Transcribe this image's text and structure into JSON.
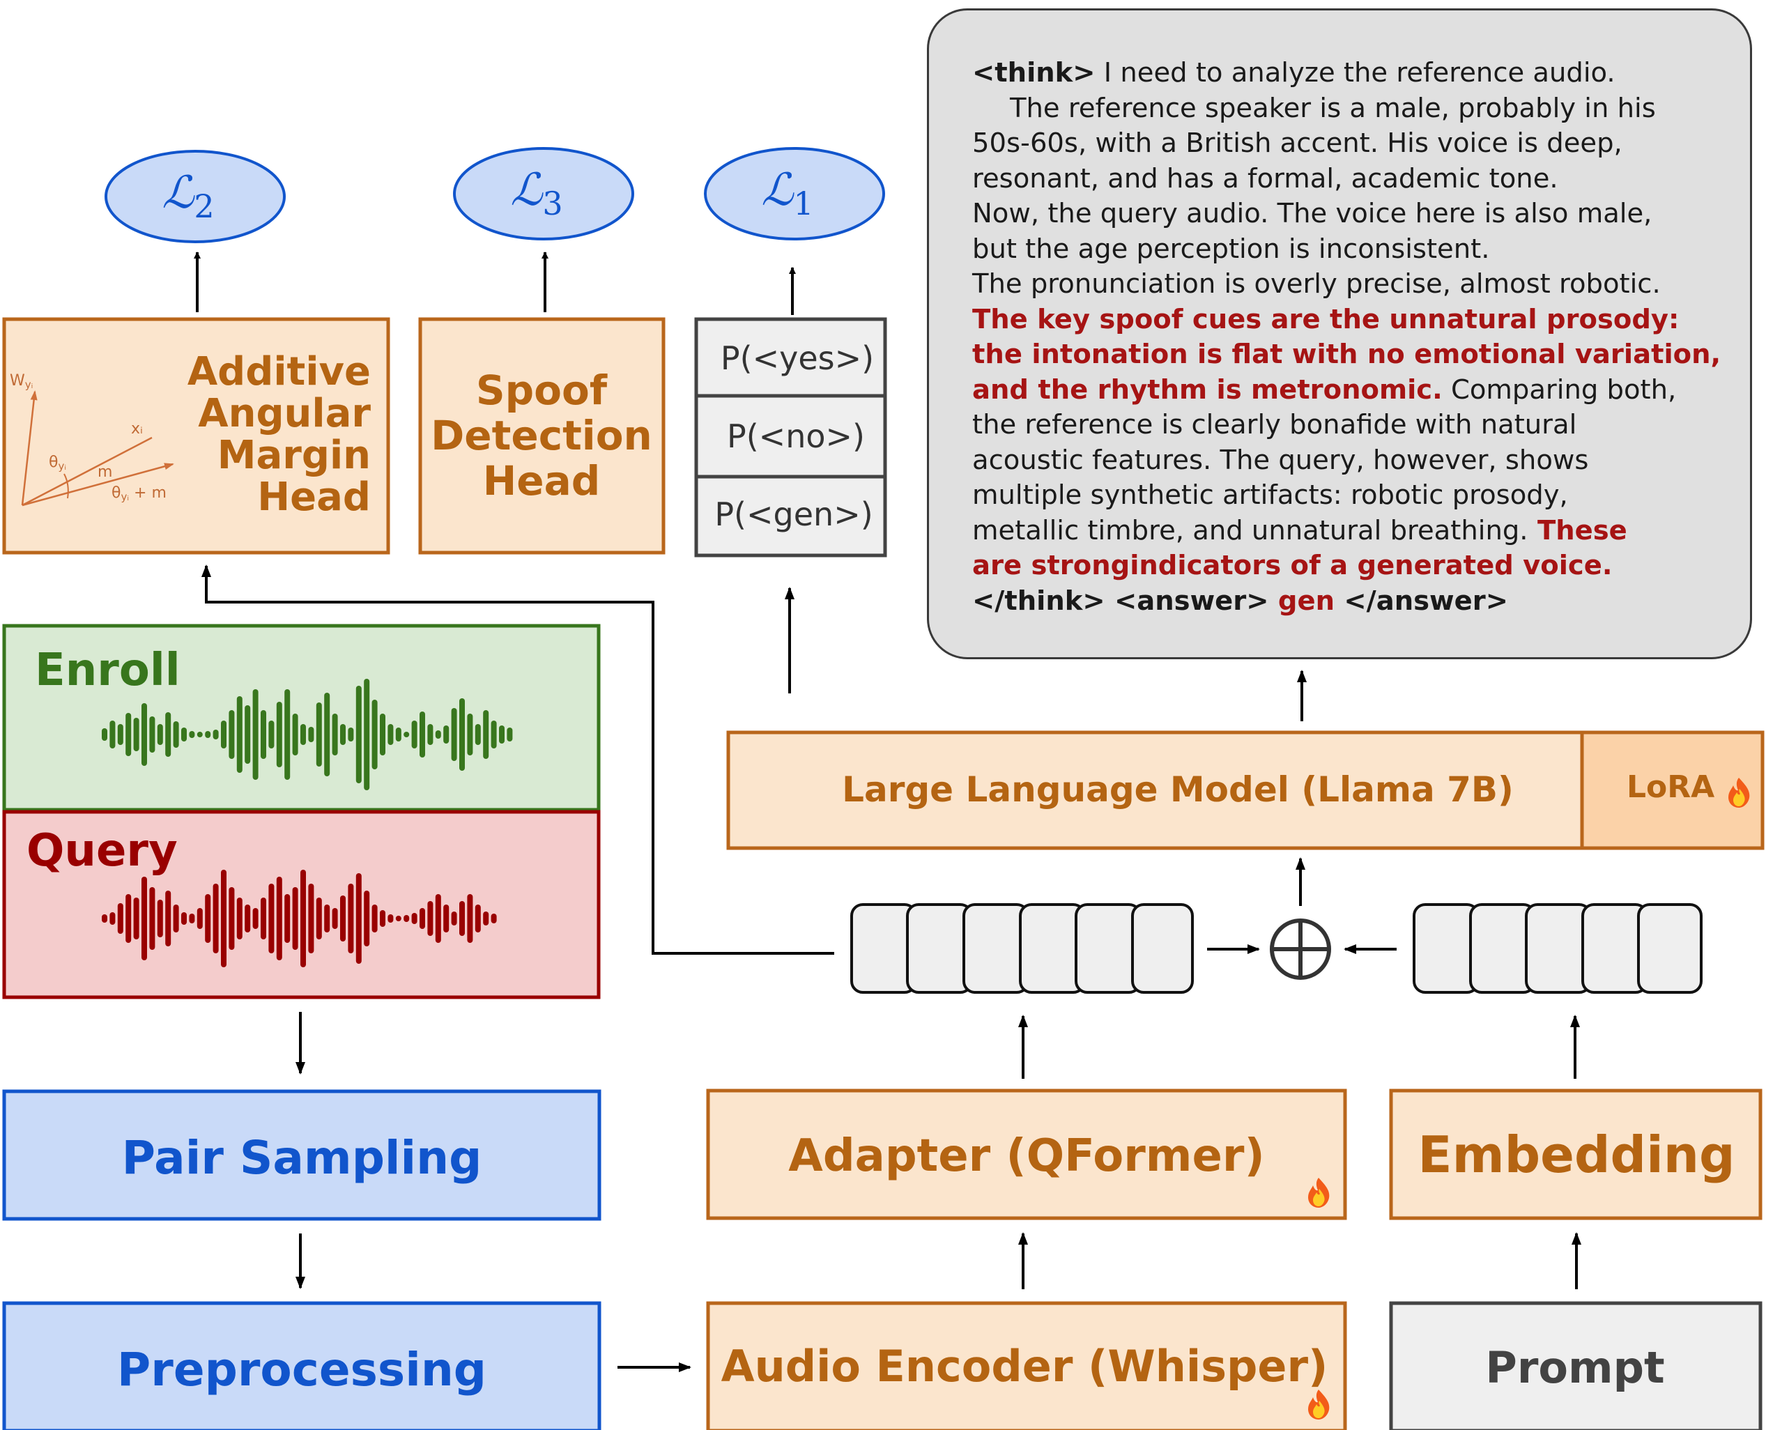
{
  "losses": {
    "l2": {
      "script": "ℒ",
      "sub": "2"
    },
    "l3": {
      "script": "ℒ",
      "sub": "3"
    },
    "l1": {
      "script": "ℒ",
      "sub": "1"
    }
  },
  "aam_head": {
    "title": [
      "Additive",
      "Angular",
      "Margin",
      "Head"
    ],
    "plot_labels": {
      "w": "W",
      "w_sub": "yᵢ",
      "x": "xᵢ",
      "theta": "θ",
      "theta_sub": "yᵢ",
      "m": "m",
      "theta_m": "θ",
      "theta_m_sub": "yᵢ",
      "theta_m_suffix": " + m"
    }
  },
  "spoof_head": {
    "title": [
      "Spoof",
      "Detection",
      "Head"
    ]
  },
  "prob_table": {
    "rows": [
      "P(<yes>)",
      "P(<no>)",
      "P(<gen>)"
    ]
  },
  "enroll": {
    "label": "Enroll"
  },
  "query": {
    "label": "Query"
  },
  "pair_sampling": {
    "label": "Pair Sampling"
  },
  "preprocessing": {
    "label": "Preprocessing"
  },
  "llm": {
    "label": "Large Language Model (Llama 7B)",
    "lora": "LoRA"
  },
  "adapter": {
    "label": "Adapter (QFormer)"
  },
  "embedding": {
    "label": "Embedding"
  },
  "audio_encoder": {
    "label": "Audio Encoder (Whisper)"
  },
  "prompt": {
    "label": "Prompt"
  },
  "reasoning": {
    "l1_tag": "<think>",
    "l1": " I need to analyze the reference audio.",
    "l2": "The reference speaker is a male, probably in his",
    "l3": "50s-60s, with a British accent. His voice is deep,",
    "l4": "resonant, and has a formal, academic tone.",
    "l5": "Now, the query audio. The voice here is also male,",
    "l6": "but the age perception is inconsistent.",
    "l7": "The pronunciation is overly precise, almost robotic.",
    "l8": "The key spoof cues are the unnatural prosody:",
    "l9": "the intonation is flat with no emotional variation,",
    "l10_red": "and the rhythm is metronomic.",
    "l10": " Comparing both,",
    "l11": "the reference is clearly bonafide with natural",
    "l12": "acoustic features. The query, however, shows",
    "l13": "multiple synthetic artifacts: robotic prosody,",
    "l14": "metallic timbre,  and unnatural breathing.",
    "l14_red": " These",
    "l15": "are strongindicators of a generated voice.",
    "l16_a": "</think> <answer> ",
    "l16_gen": "gen",
    "l16_b": " </answer>"
  },
  "colors": {
    "orange_fill": "#fbe5cd",
    "orange_border": "#b9661b",
    "orange_text": "#b46412",
    "blue_fill": "#c9daf8",
    "blue_border": "#1155cc",
    "blue_text": "#1155cc",
    "green_fill": "#d9ead3",
    "green_border": "#38761d",
    "red_fill": "#f4cccc",
    "red_border": "#990000",
    "gray_fill": "#efefef",
    "gray_border": "#434343",
    "bubble_fill": "#e0e0e0",
    "cue_red": "#a61414"
  }
}
